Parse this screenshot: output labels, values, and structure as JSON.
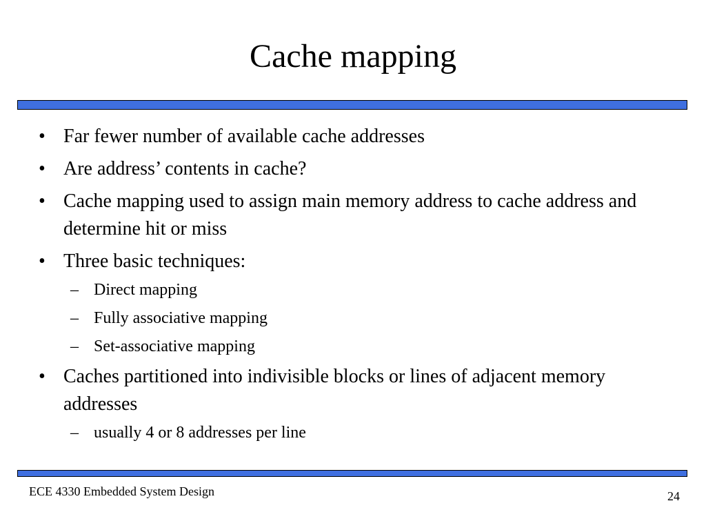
{
  "slide": {
    "title": "Cache mapping",
    "bullets": [
      {
        "marker": "•",
        "text": "Far fewer number of available cache addresses"
      },
      {
        "marker": "•",
        "text": "Are address’ contents in cache?"
      },
      {
        "marker": "•",
        "text": "Cache mapping used to assign main memory address to cache address and determine hit or miss"
      },
      {
        "marker": "•",
        "text": "Three basic techniques:"
      },
      {
        "marker": "•",
        "text": "Caches partitioned into indivisible blocks or lines of adjacent memory addresses"
      }
    ],
    "techniques": [
      {
        "marker": "–",
        "text": "Direct mapping"
      },
      {
        "marker": "–",
        "text": "Fully associative mapping"
      },
      {
        "marker": "–",
        "text": "Set-associative mapping"
      }
    ],
    "line_note": {
      "marker": "–",
      "text": "usually 4 or 8 addresses per line"
    },
    "footer": {
      "course": "ECE 4330 Embedded System Design",
      "page_number": "24"
    },
    "colors": {
      "rule_fill": "#3f6fe0",
      "rule_border": "#000000",
      "text": "#000000",
      "background": "#ffffff"
    }
  }
}
